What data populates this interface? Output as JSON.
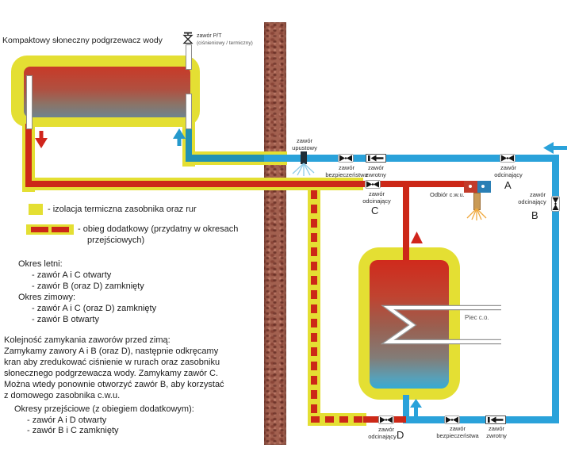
{
  "title": "Kompaktowy słoneczny podgrzewacz wody",
  "colors": {
    "insulation": "#e4df33",
    "hot_pipe": "#cc2818",
    "cold_pipe": "#2aa2da",
    "collector_pipe": "#2191b4",
    "wall": "#a2604f",
    "arrow_red": "#d0251c",
    "spray_water": "#8ecbe8",
    "spray_tap": "#efa93f"
  },
  "valves": {
    "pt": {
      "line1": "zawór P/T",
      "line2": "(ciśnieniowy / termiczny)"
    },
    "relief": {
      "line1": "zawór",
      "line2": "upustowy"
    },
    "safety_top": {
      "line1": "zawór",
      "line2": "bezpieczeństwa"
    },
    "check_top": {
      "line1": "zawór",
      "line2": "zwrotny"
    },
    "a": {
      "line1": "zawór",
      "line2": "odcinający",
      "letter": "A"
    },
    "b": {
      "line1": "zawór",
      "line2": "odcinający",
      "letter": "B"
    },
    "c": {
      "line1": "zawór",
      "line2": "odcinający",
      "letter": "C"
    },
    "d": {
      "line1": "zawór",
      "line2": "odcinający",
      "letter": "D"
    },
    "safety_bottom": {
      "line1": "zawór",
      "line2": "bezpieczeństwa"
    },
    "check_bottom": {
      "line1": "zawór",
      "line2": "zwrotny"
    }
  },
  "labels": {
    "hot_water_outlet": "Odbiór c.w.u.",
    "boiler": "Piec c.o."
  },
  "legend": {
    "insulation": "- izolacja termiczna zasobnika oraz rur",
    "extra_circuit_line1": "- obieg dodatkowy (przydatny w okresach",
    "extra_circuit_line2": "przejściowych)"
  },
  "sections": {
    "seasonal": [
      "Okres letni:",
      "- zawór A i C otwarty",
      "- zawór B (oraz D) zamknięty",
      "Okres zimowy:",
      "- zawór A i C (oraz D) zamknięty",
      "- zawór B otwarty"
    ],
    "closing": [
      "Kolejność zamykania zaworów przed zimą:",
      "Zamykamy zawory A i B (oraz D), następnie odkręcamy",
      "kran aby zredukować ciśnienie w rurach oraz zasobniku",
      "słonecznego podgrzewacza wody. Zamykamy zawór C.",
      "Można wtedy ponownie otworzyć zawór B, aby korzystać",
      "z domowego zasobnika c.w.u."
    ],
    "transitional": [
      "Okresy przejściowe (z obiegiem dodatkowym):",
      "- zawór A i D otwarty",
      "- zawór B i C zamknięty"
    ]
  }
}
